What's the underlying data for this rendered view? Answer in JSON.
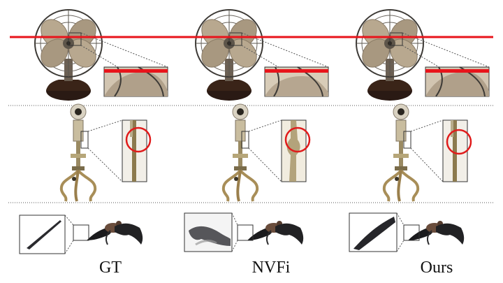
{
  "columns": [
    {
      "id": "gt",
      "label": "GT"
    },
    {
      "id": "nvfi",
      "label": "NVFi"
    },
    {
      "id": "ours",
      "label": "Ours"
    }
  ],
  "rows": [
    "fan",
    "lamp",
    "bat"
  ],
  "colors": {
    "reference_line": "#e8141b",
    "highlight_circle": "#e01b1b",
    "separator": "#555555",
    "zoom_border": "#333333"
  }
}
